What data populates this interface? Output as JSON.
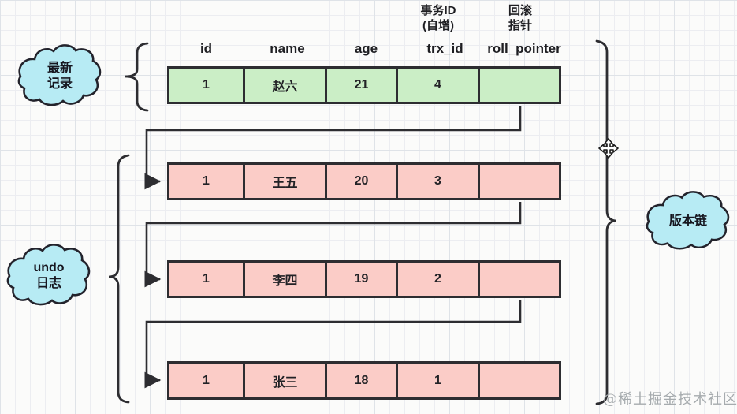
{
  "diagram": {
    "clouds": {
      "latest": {
        "line1": "最新",
        "line2": "记录"
      },
      "undo": {
        "line1": "undo",
        "line2": "日志"
      },
      "version": {
        "label": "版本链"
      }
    },
    "headers": {
      "super": {
        "trx": {
          "line1": "事务ID",
          "line2": "(自增)"
        },
        "roll": {
          "line1": "回滚",
          "line2": "指针"
        }
      },
      "columns": [
        "id",
        "name",
        "age",
        "trx_id",
        "roll_pointer"
      ]
    },
    "rows": {
      "latest": {
        "id": "1",
        "name": "赵六",
        "age": "21",
        "trx_id": "4",
        "roll_pointer": ""
      },
      "undo": [
        {
          "id": "1",
          "name": "王五",
          "age": "20",
          "trx_id": "3",
          "roll_pointer": ""
        },
        {
          "id": "1",
          "name": "李四",
          "age": "19",
          "trx_id": "2",
          "roll_pointer": ""
        },
        {
          "id": "1",
          "name": "张三",
          "age": "18",
          "trx_id": "1",
          "roll_pointer": ""
        }
      ]
    },
    "watermark": "@稀土掘金技术社区",
    "colors": {
      "latest_row_fill": "#cbeec6",
      "undo_row_fill": "#fbccc7",
      "cloud_fill": "#b7ebf4",
      "stroke": "#2d2d31",
      "grid_line": "#ecedf1",
      "watermark_text": "#a6abae"
    }
  }
}
